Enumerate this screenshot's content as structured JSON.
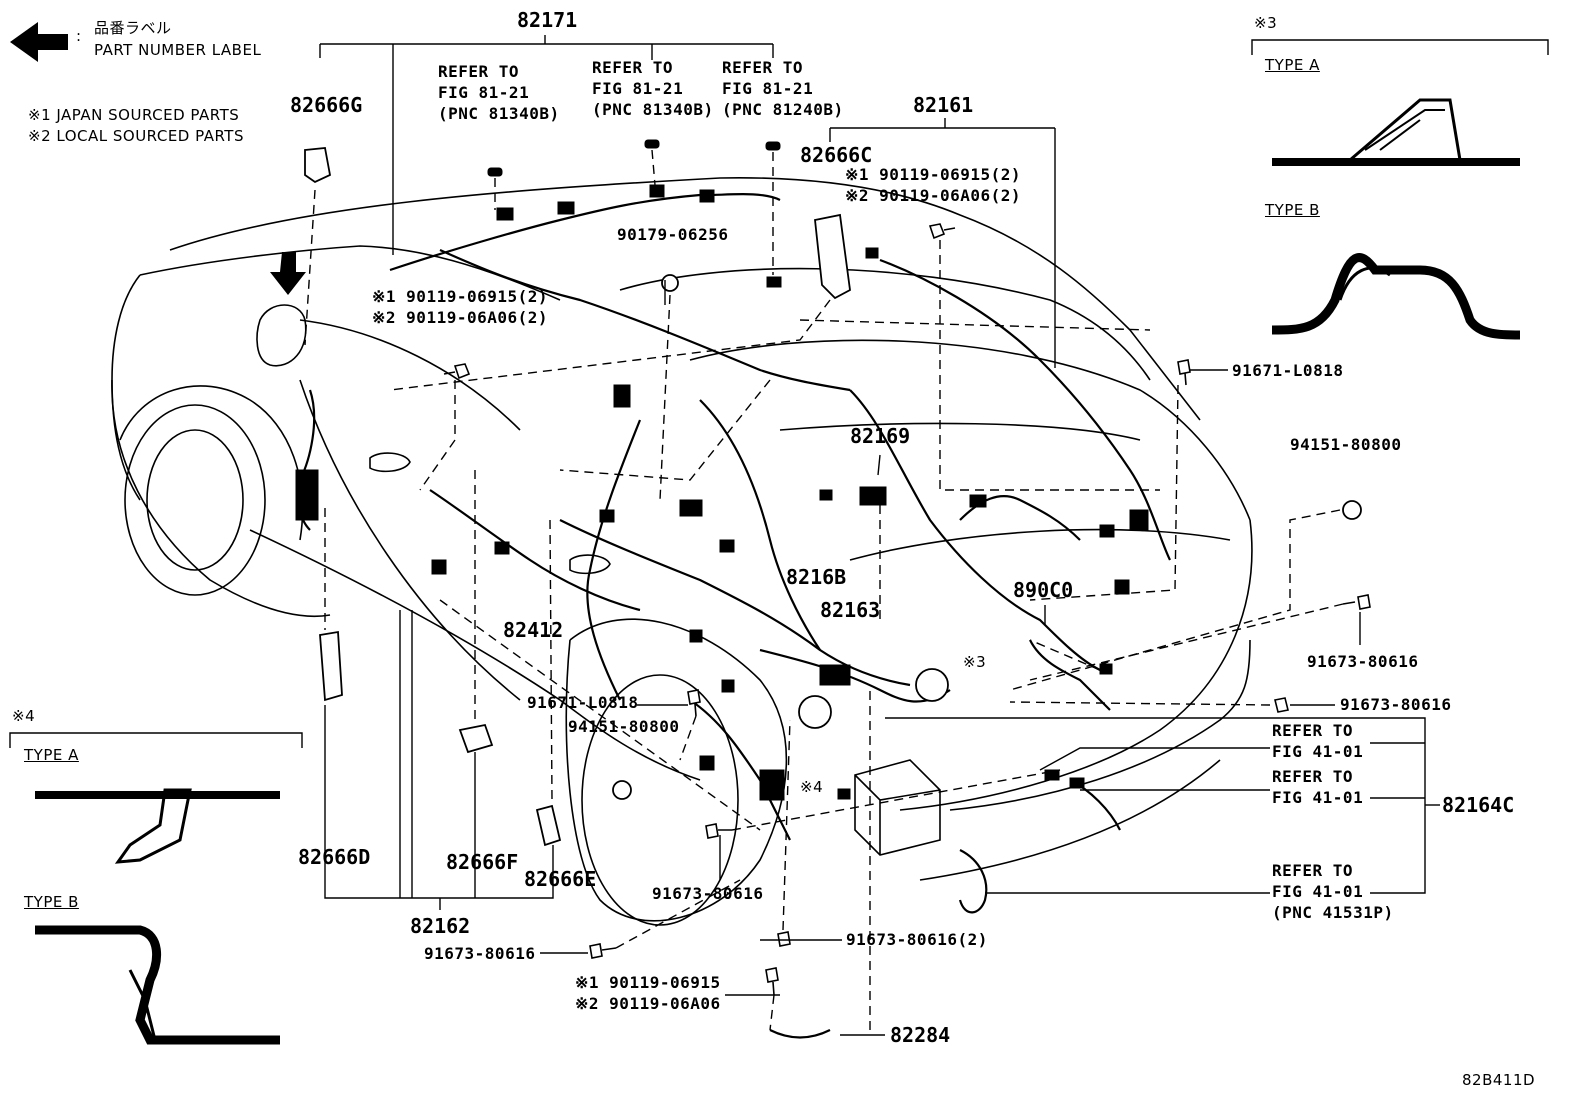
{
  "legend": {
    "label_jp": "品番ラベル",
    "label_en": "PART NUMBER LABEL",
    "note1": "※1 JAPAN SOURCED PARTS",
    "note2": "※2 LOCAL SOURCED PARTS",
    "arrow_icon": "left-arrow-icon"
  },
  "callouts": {
    "p82171": "82171",
    "p82161": "82161",
    "p82666G": "82666G",
    "p82666C": "82666C",
    "refer1": [
      "REFER TO",
      "FIG 81-21",
      "(PNC 81340B)"
    ],
    "refer2": [
      "REFER TO",
      "FIG 81-21",
      "(PNC 81340B)"
    ],
    "refer3": [
      "REFER TO",
      "FIG 81-21",
      "(PNC 81240B)"
    ],
    "bolt_c1": "※1 90119-06915(2)",
    "bolt_c2": "※2 90119-06A06(2)",
    "bolt_l1": "※1 90119-06915(2)",
    "bolt_l2": "※2 90119-06A06(2)",
    "p90179": "90179-06256",
    "p91671a": "91671-L0818",
    "p94151a": "94151-80800",
    "p82169": "82169",
    "p8216B": "8216B",
    "p82163": "82163",
    "p890C0": "890C0",
    "p82412": "82412",
    "p91673a": "91673-80616",
    "p91673b": "91673-80616",
    "p91671b": "91671-L0818",
    "p94151b": "94151-80800",
    "mark3": "※3",
    "mark4": "※4",
    "refer41a": [
      "REFER TO",
      "FIG 41-01"
    ],
    "refer41b": [
      "REFER TO",
      "FIG 41-01"
    ],
    "refer41c": [
      "REFER TO",
      "FIG 41-01",
      "(PNC 41531P)"
    ],
    "p82164C": "82164C",
    "p82666D": "82666D",
    "p82666F": "82666F",
    "p82666E": "82666E",
    "p82162": "82162",
    "p91673c": "91673-80616",
    "p91673d": "91673-80616",
    "p91673e": "91673-80616(2)",
    "bolt_b1": "※1 90119-06915",
    "bolt_b2": "※2 90119-06A06",
    "p82284": "82284",
    "figure_id": "82B411D"
  },
  "inset3": {
    "mark": "※3",
    "typeA": "TYPE A",
    "typeB": "TYPE B"
  },
  "inset4": {
    "mark": "※4",
    "typeA": "TYPE A",
    "typeB": "TYPE B"
  }
}
